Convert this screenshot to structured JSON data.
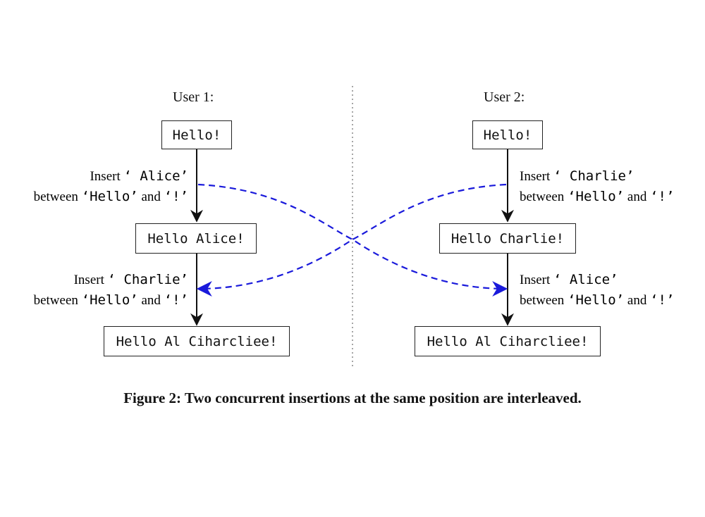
{
  "user1": {
    "label": "User 1:",
    "states": [
      "Hello!",
      "Hello Alice!",
      "Hello Al Ciharcliee!"
    ],
    "ops": [
      {
        "verb": "Insert",
        "text": "‘ Alice’",
        "between": "between",
        "a": "‘Hello’",
        "and": "and",
        "b": "‘!’"
      },
      {
        "verb": "Insert",
        "text": "‘ Charlie’",
        "between": "between",
        "a": "‘Hello’",
        "and": "and",
        "b": "‘!’"
      }
    ]
  },
  "user2": {
    "label": "User 2:",
    "states": [
      "Hello!",
      "Hello Charlie!",
      "Hello Al Ciharcliee!"
    ],
    "ops": [
      {
        "verb": "Insert",
        "text": "‘ Charlie’",
        "between": "between",
        "a": "‘Hello’",
        "and": "and",
        "b": "‘!’"
      },
      {
        "verb": "Insert",
        "text": "‘ Alice’",
        "between": "between",
        "a": "‘Hello’",
        "and": "and",
        "b": "‘!’"
      }
    ]
  },
  "caption": "Figure 2: Two concurrent insertions at the same position are interleaved.",
  "colors": {
    "sync_arrow": "#1a1adb",
    "box_border": "#222222",
    "divider": "#888888"
  }
}
